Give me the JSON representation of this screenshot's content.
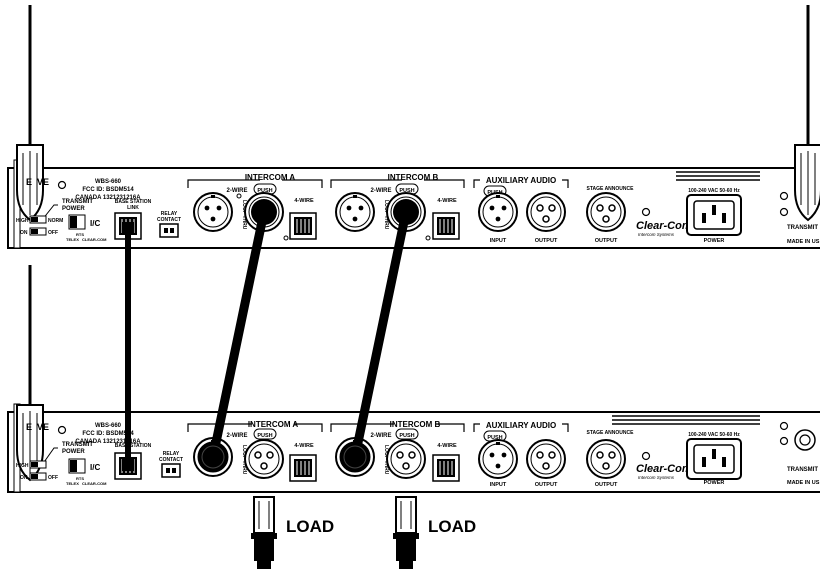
{
  "unit": {
    "model": "WBS-660",
    "fcc": "FCC ID: BSDM514",
    "canada": "CANADA 1321231216A",
    "transmit_power": [
      "TRANSMIT",
      "POWER"
    ],
    "high": "HIGH",
    "norm": "NORM",
    "on": "ON",
    "off": "OFF",
    "ic": "I/C",
    "rts": "RTS",
    "telex": "TELEX",
    "clearcom_small": "CLEAR-COM",
    "base_station_link": [
      "BASE STATION",
      "LINK"
    ],
    "relay_contact": [
      "RELAY",
      "CONTACT"
    ],
    "intercom_a": "INTERCOM A",
    "intercom_b": "INTERCOM B",
    "two_wire": "2-WIRE",
    "push": "PUSH",
    "four_wire": "4-WIRE",
    "loop_thru": "LOOP THRU",
    "aux_audio": "AUXILIARY AUDIO",
    "input": "INPUT",
    "output": "OUTPUT",
    "stage_announce": "STAGE ANNOUNCE",
    "brand": "Clear-Com",
    "brand_sub": "Intercom Systems",
    "vac": "100-240 VAC 50-60 Hz",
    "power": "POWER",
    "transmit": "TRANSMIT",
    "made_in": "MADE IN US",
    "receive_partial": "E"
  },
  "labels": {
    "load_a": "LOAD",
    "load_b": "LOAD"
  }
}
